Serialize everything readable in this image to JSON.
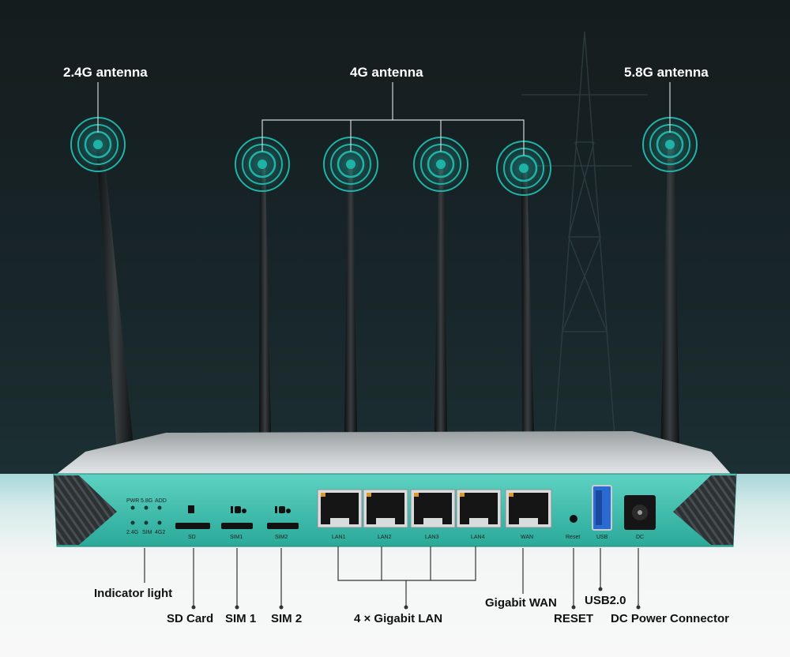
{
  "antenna_labels": {
    "left": "2.4G antenna",
    "middle": "4G antenna",
    "right": "5.8G antenna"
  },
  "led_labels": {
    "top": [
      "PWR",
      "5.8G",
      "ADD"
    ],
    "bottom": [
      "2.4G",
      "SIM",
      "4G2"
    ]
  },
  "port_labels": {
    "sd": "SD",
    "sim1": "SIM1",
    "sim2": "SIM2",
    "lan1": "LAN1",
    "lan2": "LAN2",
    "lan3": "LAN3",
    "lan4": "LAN4",
    "wan": "WAN",
    "reset": "Reset",
    "usb": "USB",
    "dc": "DC"
  },
  "callouts": {
    "indicator": "Indicator light",
    "sd_card": "SD Card",
    "sim1": "SIM 1",
    "sim2": "SIM 2",
    "lan": "4 × Gigabit LAN",
    "wan": "Gigabit WAN",
    "reset": "RESET",
    "usb": "USB2.0",
    "dc": "DC Power Connector"
  },
  "colors": {
    "ring": "#1fb3a8",
    "panel": "#34bfae",
    "chassis": "#c3c7c9"
  }
}
